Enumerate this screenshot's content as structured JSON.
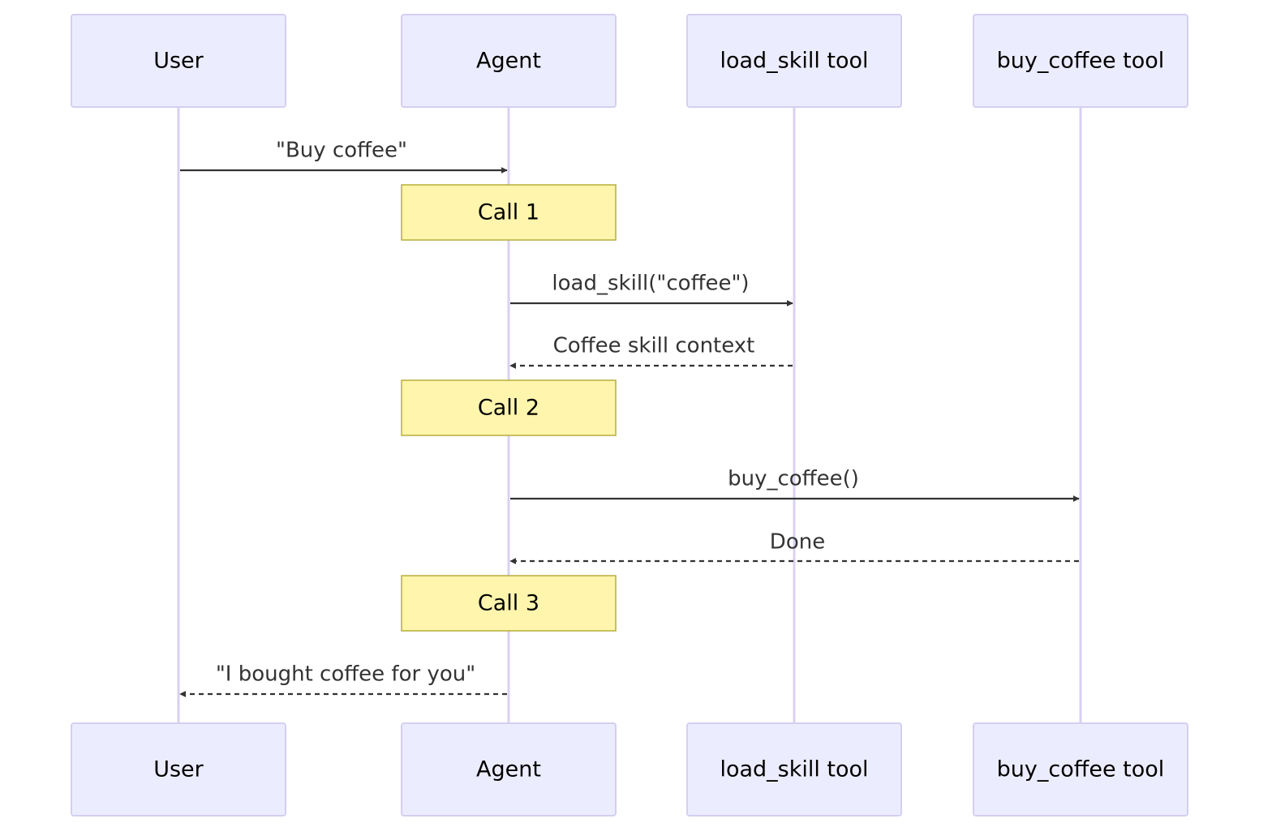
{
  "participants": [
    {
      "id": "user",
      "label": "User"
    },
    {
      "id": "agent",
      "label": "Agent"
    },
    {
      "id": "load_skill",
      "label": "load_skill tool"
    },
    {
      "id": "buy_coffee",
      "label": "buy_coffee tool"
    }
  ],
  "notes": [
    {
      "label": "Call 1"
    },
    {
      "label": "Call 2"
    },
    {
      "label": "Call 3"
    }
  ],
  "messages": [
    {
      "from": "user",
      "to": "agent",
      "label": "\"Buy coffee\"",
      "style": "solid"
    },
    {
      "from": "agent",
      "to": "load_skill",
      "label": "load_skill(\"coffee\")",
      "style": "solid"
    },
    {
      "from": "load_skill",
      "to": "agent",
      "label": "Coffee skill context",
      "style": "dashed"
    },
    {
      "from": "agent",
      "to": "buy_coffee",
      "label": "buy_coffee()",
      "style": "solid"
    },
    {
      "from": "buy_coffee",
      "to": "agent",
      "label": "Done",
      "style": "dashed"
    },
    {
      "from": "agent",
      "to": "user",
      "label": "\"I bought coffee for you\"",
      "style": "dashed"
    }
  ],
  "colors": {
    "actor_fill": "#ECECFF",
    "actor_border": "#D4CFF0",
    "lifeline": "#D9D0F2",
    "note_fill": "#FFF5AD",
    "note_border": "#B7AE3A",
    "message": "#333333"
  }
}
